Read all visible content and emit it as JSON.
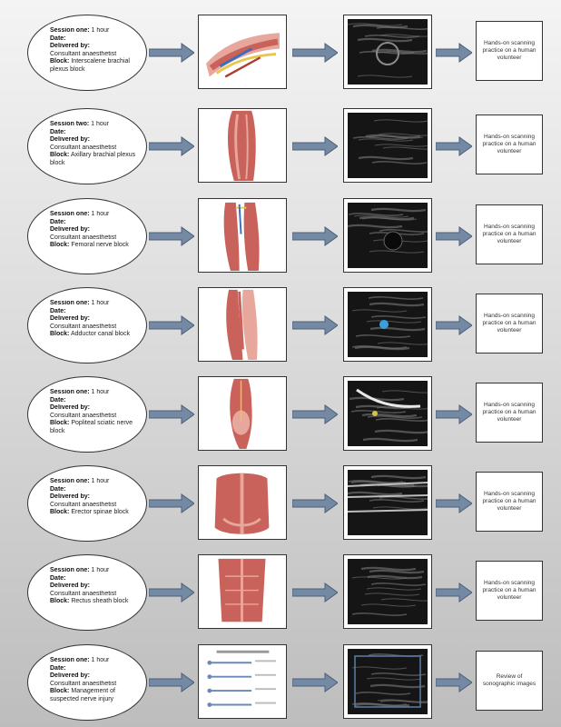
{
  "rows": [
    {
      "session_label": "Session one:",
      "session_value": "1 hour",
      "date_label": "Date:",
      "delivered_label": "Delivered by:",
      "delivered_value": "Consultant anaesthetist",
      "block_label": "Block:",
      "block_value": "Interscalene brachial plexus block",
      "result": "Hands-on scanning practice on a human volunteer"
    },
    {
      "session_label": "Session two:",
      "session_value": "1 hour",
      "date_label": "Date:",
      "delivered_label": "Delivered by:",
      "delivered_value": "Consultant anaesthetist",
      "block_label": "Block:",
      "block_value": "Axillary brachial plexus block",
      "result": "Hands-on scanning practice on a human volunteer"
    },
    {
      "session_label": "Session one:",
      "session_value": "1 hour",
      "date_label": "Date:",
      "delivered_label": "Delivered by:",
      "delivered_value": "Consultant anaesthetist",
      "block_label": "Block:",
      "block_value": "Femoral nerve block",
      "result": "Hands-on scanning practice on a human volunteer"
    },
    {
      "session_label": "Session one:",
      "session_value": "1 hour",
      "date_label": "Date:",
      "delivered_label": "Delivered by:",
      "delivered_value": "Consultant anaesthetist",
      "block_label": "Block:",
      "block_value": "Adductor canal block",
      "result": "Hands-on scanning practice on a human volunteer"
    },
    {
      "session_label": "Session one:",
      "session_value": "1 hour",
      "date_label": "Date:",
      "delivered_label": "Delivered by:",
      "delivered_value": "Consultant anaesthetist",
      "block_label": "Block:",
      "block_value": "Popliteal sciatic nerve block",
      "result": "Hands-on scanning practice on a human volunteer"
    },
    {
      "session_label": "Session one:",
      "session_value": "1 hour",
      "date_label": "Date:",
      "delivered_label": "Delivered by:",
      "delivered_value": "Consultant anaesthetist",
      "block_label": "Block:",
      "block_value": "Erector spinae block",
      "result": "Hands-on scanning practice on a human volunteer"
    },
    {
      "session_label": "Session one:",
      "session_value": "1 hour",
      "date_label": "Date:",
      "delivered_label": "Delivered by:",
      "delivered_value": "Consultant anaesthetist",
      "block_label": "Block:",
      "block_value": "Rectus sheath block",
      "result": "Hands-on scanning practice on a human volunteer"
    },
    {
      "session_label": "Session one:",
      "session_value": "1 hour",
      "date_label": "Date:",
      "delivered_label": "Delivered by:",
      "delivered_value": "Consultant anaesthetist",
      "block_label": "Block:",
      "block_value": "Management of suspected nerve injury",
      "result": "Review of sonographic images"
    }
  ],
  "images": {
    "anatomy": [
      "neck-anatomy-illustration",
      "arm-anatomy-illustration",
      "thigh-anatomy-illustration",
      "thigh-anatomy-illustration",
      "leg-posterior-anatomy-illustration",
      "back-anatomy-illustration",
      "abdomen-anatomy-illustration",
      "nerve-injury-chart-illustration"
    ],
    "ultrasound": [
      "interscalene-ultrasound-image",
      "axillary-ultrasound-image",
      "femoral-ultrasound-image",
      "adductor-ultrasound-image",
      "popliteal-ultrasound-image",
      "erector-spinae-ultrasound-image",
      "rectus-sheath-ultrasound-image",
      "nerve-injury-ultrasound-image"
    ]
  },
  "colors": {
    "arrow_fill": "#7389a4",
    "arrow_stroke": "#4d5f78",
    "muscle": "#c9625a",
    "muscle_light": "#e8a79c"
  }
}
